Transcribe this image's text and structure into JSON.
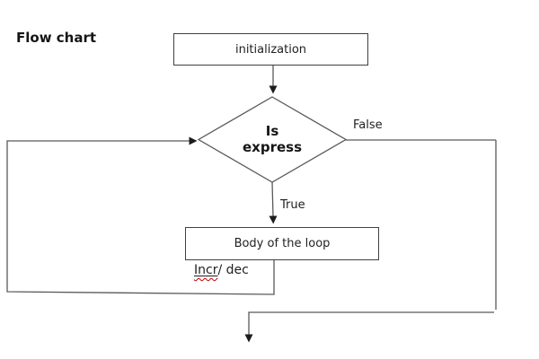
{
  "title": "Flow chart",
  "nodes": {
    "initialization": "initialization",
    "decision": {
      "line1": "Is",
      "line2": "express"
    },
    "body": "Body of the loop",
    "increment": {
      "underlined": "Incr",
      "rest": "/ dec"
    }
  },
  "labels": {
    "false_branch": "False",
    "true_branch": "True"
  },
  "colors": {
    "background": "#ffffff",
    "line": "#595959",
    "box_border": "#404040",
    "arrowhead": "#1c1c1c",
    "text": "#1f1f1f",
    "spellcheck_squiggle": "#c00000"
  }
}
